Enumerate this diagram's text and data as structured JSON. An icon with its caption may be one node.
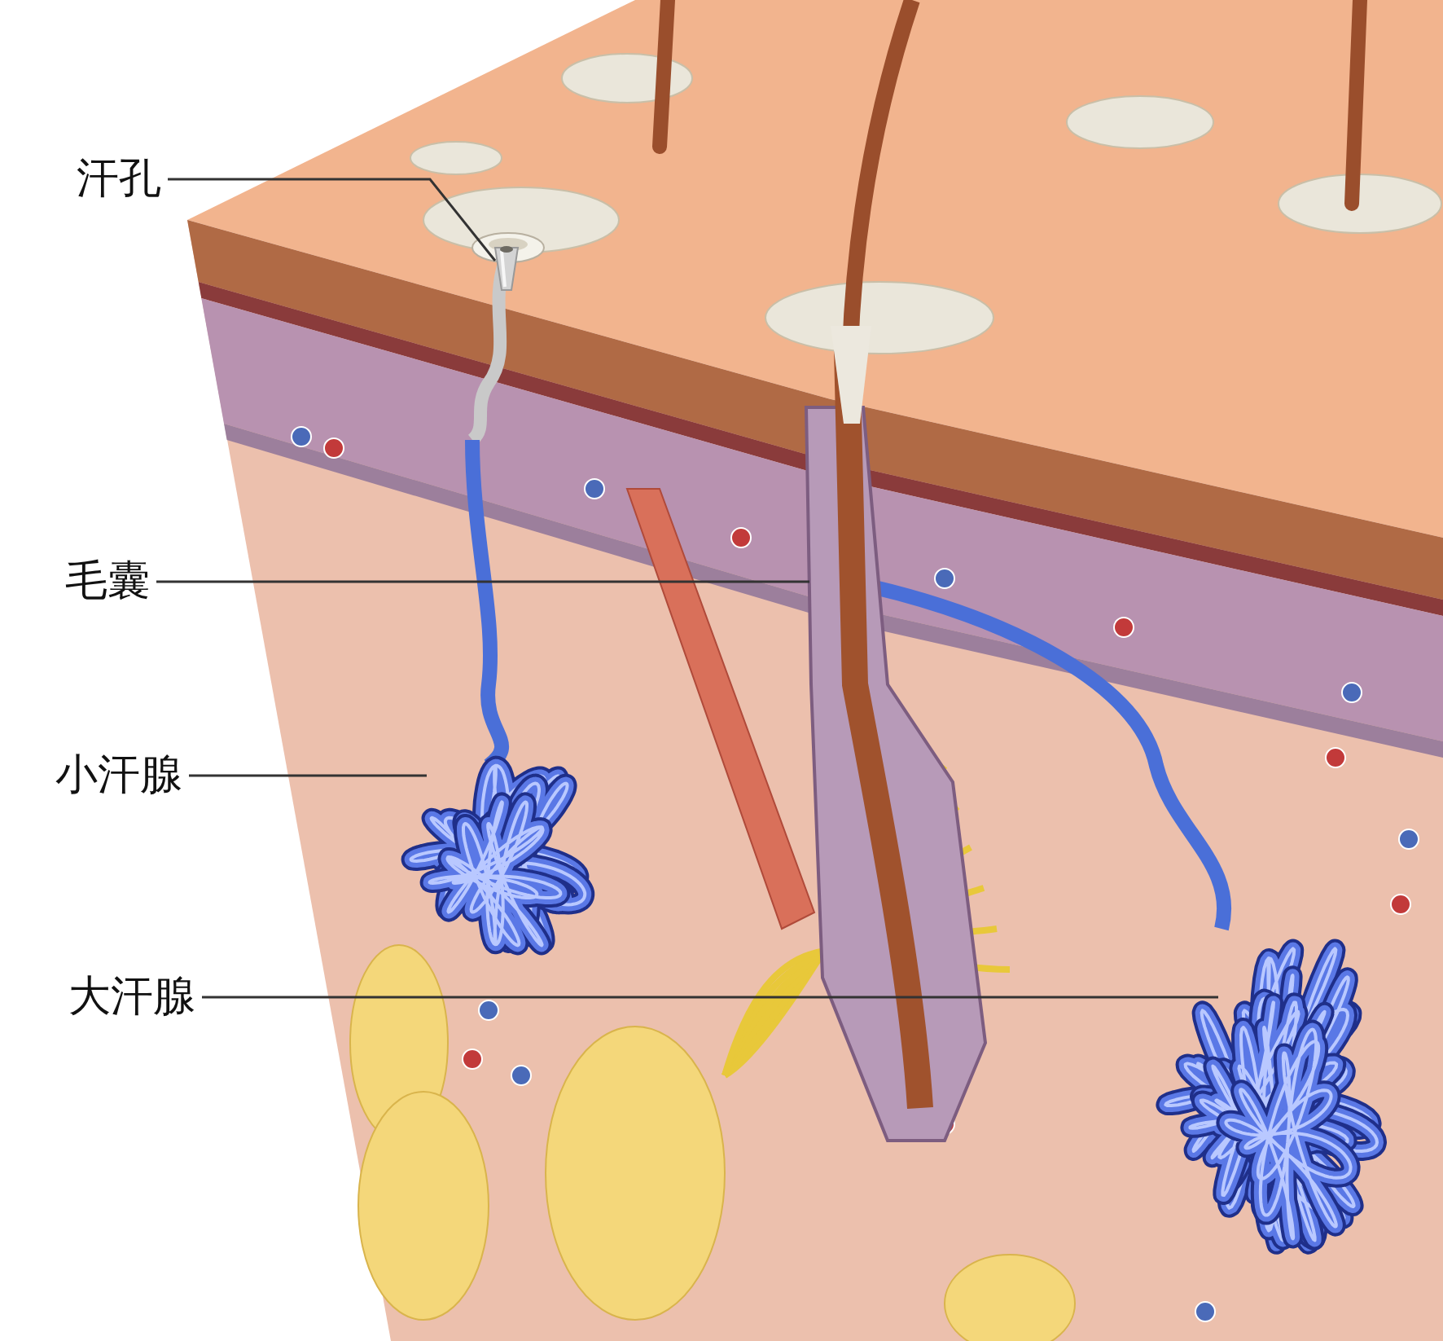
{
  "diagram": {
    "nodes": [
      {
        "text": [
          "汗孔"
        ]
      },
      {
        "text": [],
        "shape": "picture"
      },
      {
        "text": [
          "毛囊"
        ]
      },
      {
        "text": [],
        "shape": "picture"
      },
      {
        "text": [
          "小汗腺"
        ]
      },
      {
        "text": [],
        "shape": "picture"
      },
      {
        "text": [
          "大汗腺"
        ]
      },
      {
        "text": [],
        "shape": "picture"
      }
    ],
    "edges": [
      {
        "from": 0,
        "to": 1,
        "arrow": "none"
      },
      {
        "from": 2,
        "to": 3,
        "arrow": "none"
      },
      {
        "from": 4,
        "to": 5,
        "arrow": "none"
      },
      {
        "from": 6,
        "to": 7,
        "arrow": "none"
      }
    ]
  }
}
